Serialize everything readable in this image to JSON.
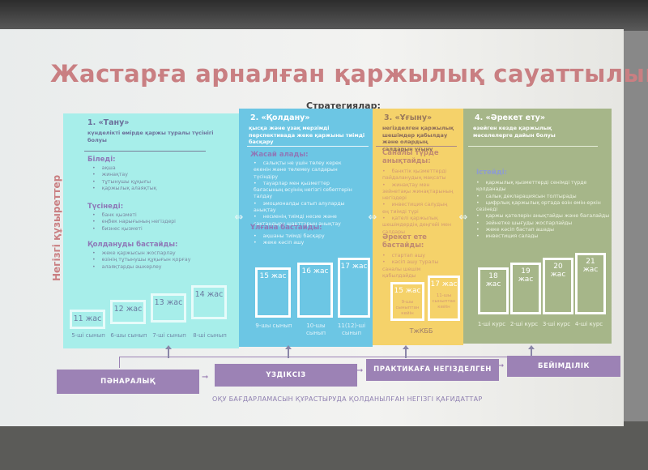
{
  "title": "Жастарға арналған қаржылық сауаттылық",
  "strategies_label": "Стратегиялар:",
  "vertical_label": "Негізгі құзыреттер",
  "stages": [
    {
      "heading": "1. «Тану»",
      "subtitle": "күнделікті өмірде қаржы туралы түсінігі болуы",
      "sections": [
        {
          "title": "Біледі:",
          "items": [
            "ақша",
            "жинақтау",
            "тұтынушы құқығы",
            "қаржылық алаяқтық"
          ]
        },
        {
          "title": "Түсінеді:",
          "items": [
            "банк қызметі",
            "еңбек нарығының негіздері",
            "бизнес қызметі"
          ]
        },
        {
          "title": "Қолдануды бастайды:",
          "items": [
            "жеке қаржысын жоспарлау",
            "өзінің тұтынушы құқығын қорғау",
            "алаяқтарды әшкерлеу"
          ]
        }
      ],
      "steps": [
        {
          "age": "11 жас",
          "grade": "5-ші сынып"
        },
        {
          "age": "12 жас",
          "grade": "6-шы сынып"
        },
        {
          "age": "13 жас",
          "grade": "7-ші сынып"
        },
        {
          "age": "14 жас",
          "grade": "8-ші сынып"
        }
      ]
    },
    {
      "heading": "2. «Қолдану»",
      "subtitle": "қысқа және ұзақ мерзімді перспективада жеке қаржыны тиімді басқару",
      "sections": [
        {
          "title": "Жасай алады:",
          "items": [
            "салықты не үшін төлеу керек екенін және төлемеу салдарын түсіндіру",
            "тауарлар мен қызметтер бағасының өсуінің негізгі себептерін талдау",
            "эмоционалды сатып алуларды анықтау",
            "несиенің тиімді несие және сақтандыру шарттарын анықтау"
          ]
        },
        {
          "title": "Ұлғана бастайды:",
          "items": [
            "ақшаны тиімді басқару",
            "жеке кәсіп ашу"
          ]
        }
      ],
      "steps": [
        {
          "age": "15 жас",
          "grade": "9-шы сынып"
        },
        {
          "age": "16 жас",
          "grade": "10-шы сынып"
        },
        {
          "age": "17 жас",
          "grade": "11(12)-ші сынып"
        }
      ]
    },
    {
      "heading": "3. «Ұғыну»",
      "subtitle": "негізделген қаржылық шешімдер қабылдау және олардың салдарын ұғыну",
      "sections": [
        {
          "title": "Саналы түрде анықтайды:",
          "items": [
            "банктік қызметтерді пайдаланудың мақсаты",
            "жинақтау мен зейнетақы жинақтарының негіздері",
            "инвестиция салудың ең тиімді түрі",
            "қателі қаржылық шешімдердің деңгейі мен салдары"
          ]
        },
        {
          "title": "Әрекет ете бастайды:",
          "items": [
            "стартап ашу",
            "кәсіп ашу туралы саналы шешім қабылдайды"
          ]
        }
      ],
      "steps": [
        {
          "age": "15 жас",
          "grade": "9-шы сыныптан кейін"
        },
        {
          "age": "17 жас",
          "grade": "11-шы сыныптан кейін"
        }
      ],
      "group_label": "ТжКББ"
    },
    {
      "heading": "4. «Әрекет ету»",
      "subtitle": "өзейген кезде қаржылық мәселелерге дайын болуы",
      "sections": [
        {
          "title": "Істейді:",
          "items": [
            "қаржылық қызметтерді сенімді түрде қолданады",
            "салық декларациясын толтырады",
            "цифрлық қаржылық ортада өзін емін-еркін сезінеді",
            "қаржы қателерін анықтайды және бағалайды",
            "зейнетке шығуды жоспарлайды",
            "жеке кәсіп бастап ашады",
            "инвестиция салады"
          ]
        }
      ],
      "steps": [
        {
          "age": "18 жас",
          "grade": "1-ші курс"
        },
        {
          "age": "19 жас",
          "grade": "2-ші курс"
        },
        {
          "age": "20 жас",
          "grade": "3-ші курс"
        },
        {
          "age": "21 жас",
          "grade": "4-ші курс"
        }
      ]
    }
  ],
  "principles": [
    "ПӘНАРАЛЫҚ",
    "ҮЗДІКСІЗ",
    "ПРАКТИКАҒА НЕГІЗДЕЛГЕН",
    "БЕЙІМДІЛІК"
  ],
  "footer": "ОҚУ БАҒДАРЛАМАСЫН ҚҰРАСТЫРУДА ҚОЛДАНЫЛҒАН НЕГІЗГІ ҚАҒИДАТТАР"
}
